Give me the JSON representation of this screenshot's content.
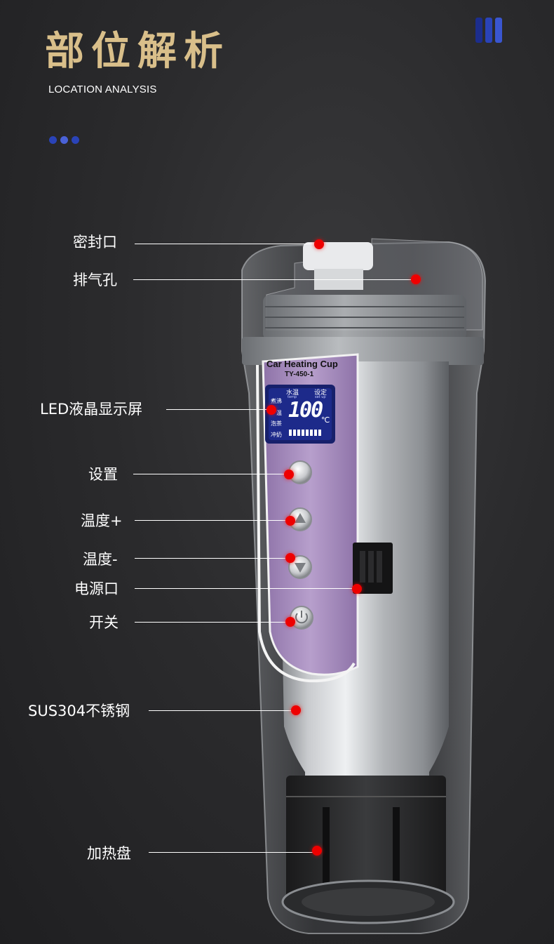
{
  "header": {
    "title": "部位解析",
    "subtitle": "LOCATION ANALYSIS"
  },
  "colors": {
    "title_gold": "#d9bf8a",
    "dot_blue": "#2a43b8",
    "dot_blue_light": "#4a62d8",
    "pin_red": "#ee0000",
    "cup_steel": "#b8babd",
    "panel_purple": "#a28ab8"
  },
  "product": {
    "brand_line1": "Car Heating Cup",
    "model": "TY-450-1",
    "lcd_labels_top": [
      "水温",
      "设定"
    ],
    "lcd_labels_top_sub": [
      "temp",
      "set up"
    ],
    "lcd_modes": [
      "煮沸",
      "温",
      "泡茶",
      "冲奶"
    ],
    "lcd_reading": "100",
    "lcd_unit": "℃"
  },
  "annotations": [
    {
      "id": "seal",
      "label": "密封口"
    },
    {
      "id": "vent",
      "label": "排气孔"
    },
    {
      "id": "lcd",
      "label": "LED液晶显示屏"
    },
    {
      "id": "settings",
      "label": "设置"
    },
    {
      "id": "temp-up",
      "label": "温度+"
    },
    {
      "id": "temp-down",
      "label": "温度-"
    },
    {
      "id": "power-port",
      "label": "电源口"
    },
    {
      "id": "switch",
      "label": "开关"
    },
    {
      "id": "steel",
      "label": "SUS304不锈钢"
    },
    {
      "id": "heating-plate",
      "label": "加热盘"
    }
  ]
}
